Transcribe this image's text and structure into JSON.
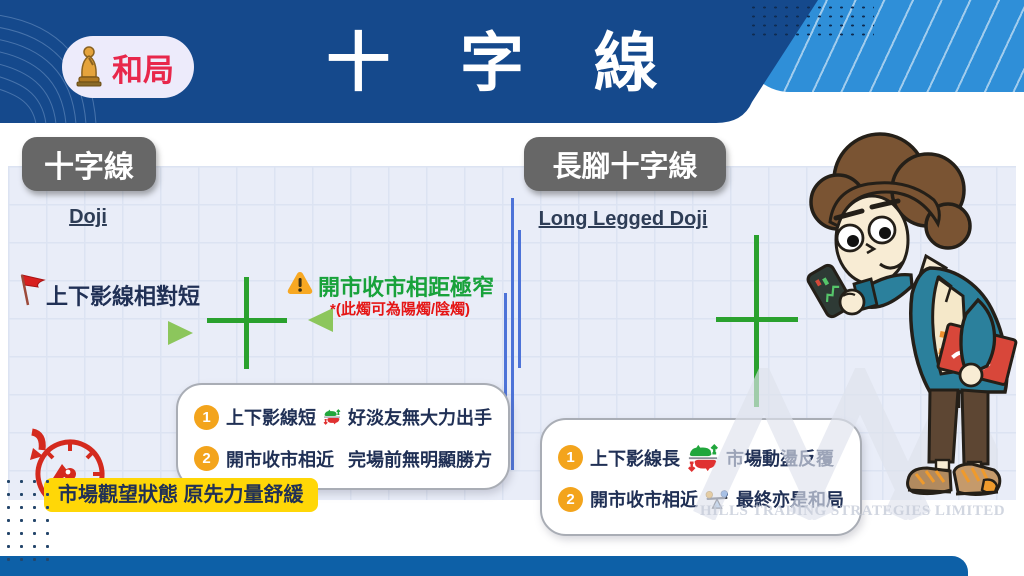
{
  "header": {
    "badge": {
      "icon": "chess-bishop-icon",
      "label": "和局"
    },
    "title": "十 字 線"
  },
  "sections": {
    "left": {
      "label": "十字線",
      "subtitle": "Doji",
      "flag_icon": "red-flag-icon",
      "flag_note": "上下影線相對短",
      "warning_icon": "warning-triangle-icon",
      "warning_note": "開市收市相距極窄",
      "warning_sub": "*(此燭可為陽燭/陰燭)",
      "points": [
        {
          "num": "1",
          "lead": "上下影線短",
          "icon": "bull-bear-icon",
          "tail": "好淡友無大力出手"
        },
        {
          "num": "2",
          "lead": "開市收市相近",
          "icon": "seesaw-icon",
          "tail": "完場前無明顯勝方"
        }
      ],
      "timer_icon": "stopwatch-icon",
      "conclusion": "市場觀望狀態  原先力量舒緩"
    },
    "right": {
      "label": "長腳十字線",
      "subtitle": "Long Legged Doji",
      "points": [
        {
          "num": "1",
          "lead": "上下影線長",
          "icon": "bull-bear-icon",
          "tail": "市場動盪反覆"
        },
        {
          "num": "2",
          "lead": "開市收市相近",
          "icon": "seesaw-icon",
          "tail": "最終亦是和局"
        }
      ]
    }
  },
  "watermark": {
    "text": "HILLS TRADING STRATEGIES LIMITED"
  },
  "colors": {
    "header_blue": "#15498c",
    "light_blue": "#2f8fd8",
    "footer_blue": "#0d60a7",
    "candle_green": "#2aa12e",
    "warning_green": "#18a23b",
    "alert_red": "#e51515",
    "highlight_yellow": "#ffd707",
    "number_orange": "#f3a41c",
    "text_navy": "#203055",
    "label_gray": "#676767"
  }
}
